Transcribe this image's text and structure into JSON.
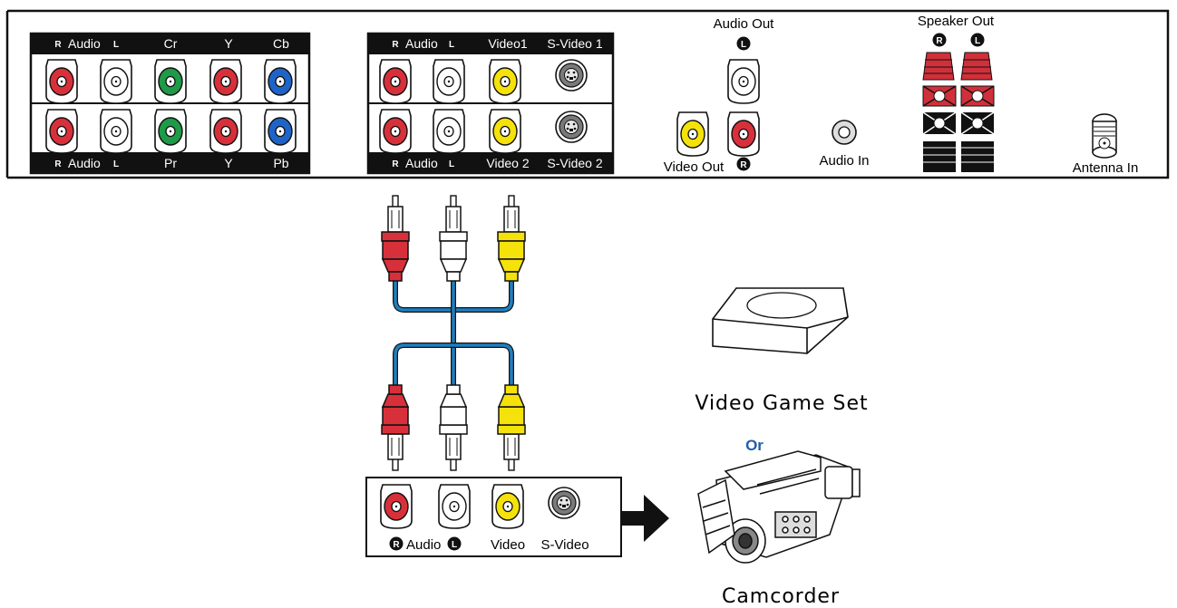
{
  "colors": {
    "red": "#d8303a",
    "white": "#ffffff",
    "green": "#1e9a48",
    "blue": "#1e64c8",
    "yellow": "#f4e20a",
    "cable": "#1f7fc0",
    "or_text": "#1f5fa8",
    "speaker_red": "#d0303a"
  },
  "panel": {
    "component": {
      "top": {
        "audio": "Audio",
        "r": "R",
        "l": "L",
        "c1": "Cr",
        "c2": "Y",
        "c3": "Cb"
      },
      "bottom": {
        "audio": "Audio",
        "r": "R",
        "l": "L",
        "c1": "Pr",
        "c2": "Y",
        "c3": "Pb"
      }
    },
    "av": {
      "top": {
        "audio": "Audio",
        "r": "R",
        "l": "L",
        "video": "Video1",
        "svideo": "S-Video 1"
      },
      "bottom": {
        "audio": "Audio",
        "r": "R",
        "l": "L",
        "video": "Video 2",
        "svideo": "S-Video 2"
      }
    },
    "audio_out": {
      "title": "Audio Out",
      "l": "L",
      "r": "R"
    },
    "video_out": "Video Out",
    "audio_in": "Audio In",
    "speaker_out": {
      "title": "Speaker Out",
      "r": "R",
      "l": "L"
    },
    "antenna_in": "Antenna In"
  },
  "device_panel": {
    "audio": "Audio",
    "r": "R",
    "l": "L",
    "video": "Video",
    "svideo": "S-Video"
  },
  "devices": {
    "game": "Video Game Set",
    "or": "Or",
    "camcorder": "Camcorder"
  }
}
